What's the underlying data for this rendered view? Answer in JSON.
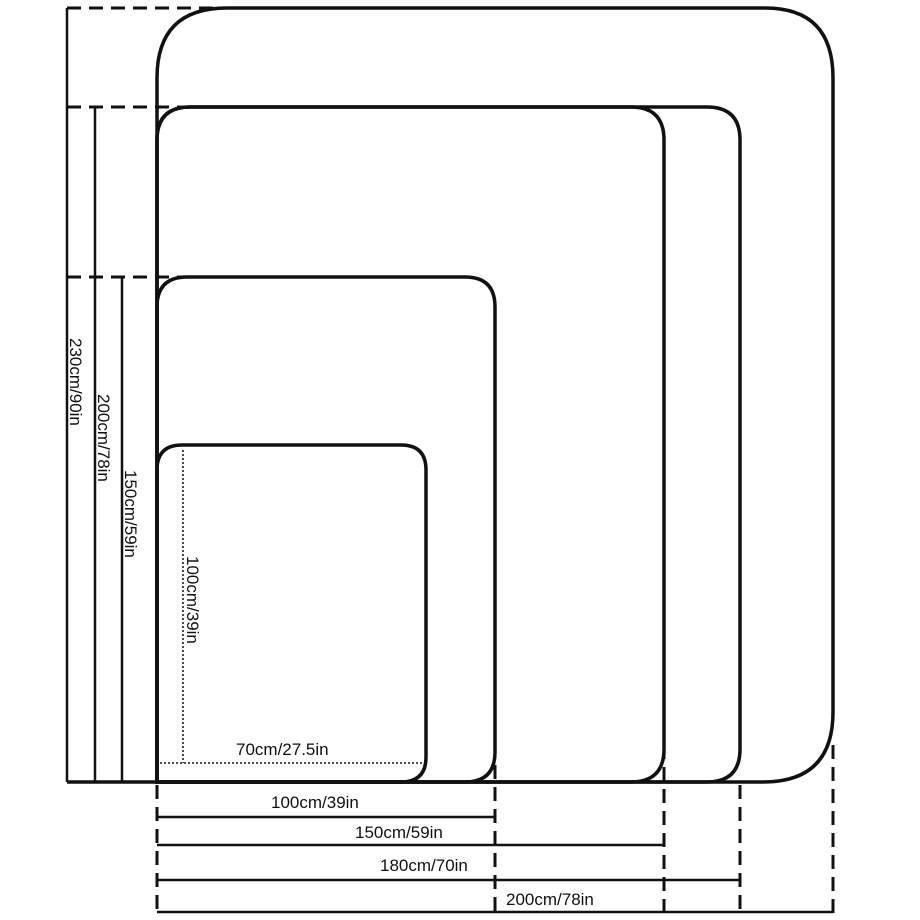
{
  "colors": {
    "stroke": "#111111",
    "background": "#ffffff"
  },
  "heights": [
    {
      "id": "h230",
      "label": "230cm/90in"
    },
    {
      "id": "h200",
      "label": "200cm/78in"
    },
    {
      "id": "h150",
      "label": "150cm/59in"
    },
    {
      "id": "h100",
      "label": "100cm/39in"
    }
  ],
  "widths": [
    {
      "id": "w70",
      "label": "70cm/27.5in"
    },
    {
      "id": "w100",
      "label": "100cm/39in"
    },
    {
      "id": "w150",
      "label": "150cm/59in"
    },
    {
      "id": "w180",
      "label": "180cm/70in"
    },
    {
      "id": "w200",
      "label": "200cm/78in"
    }
  ]
}
